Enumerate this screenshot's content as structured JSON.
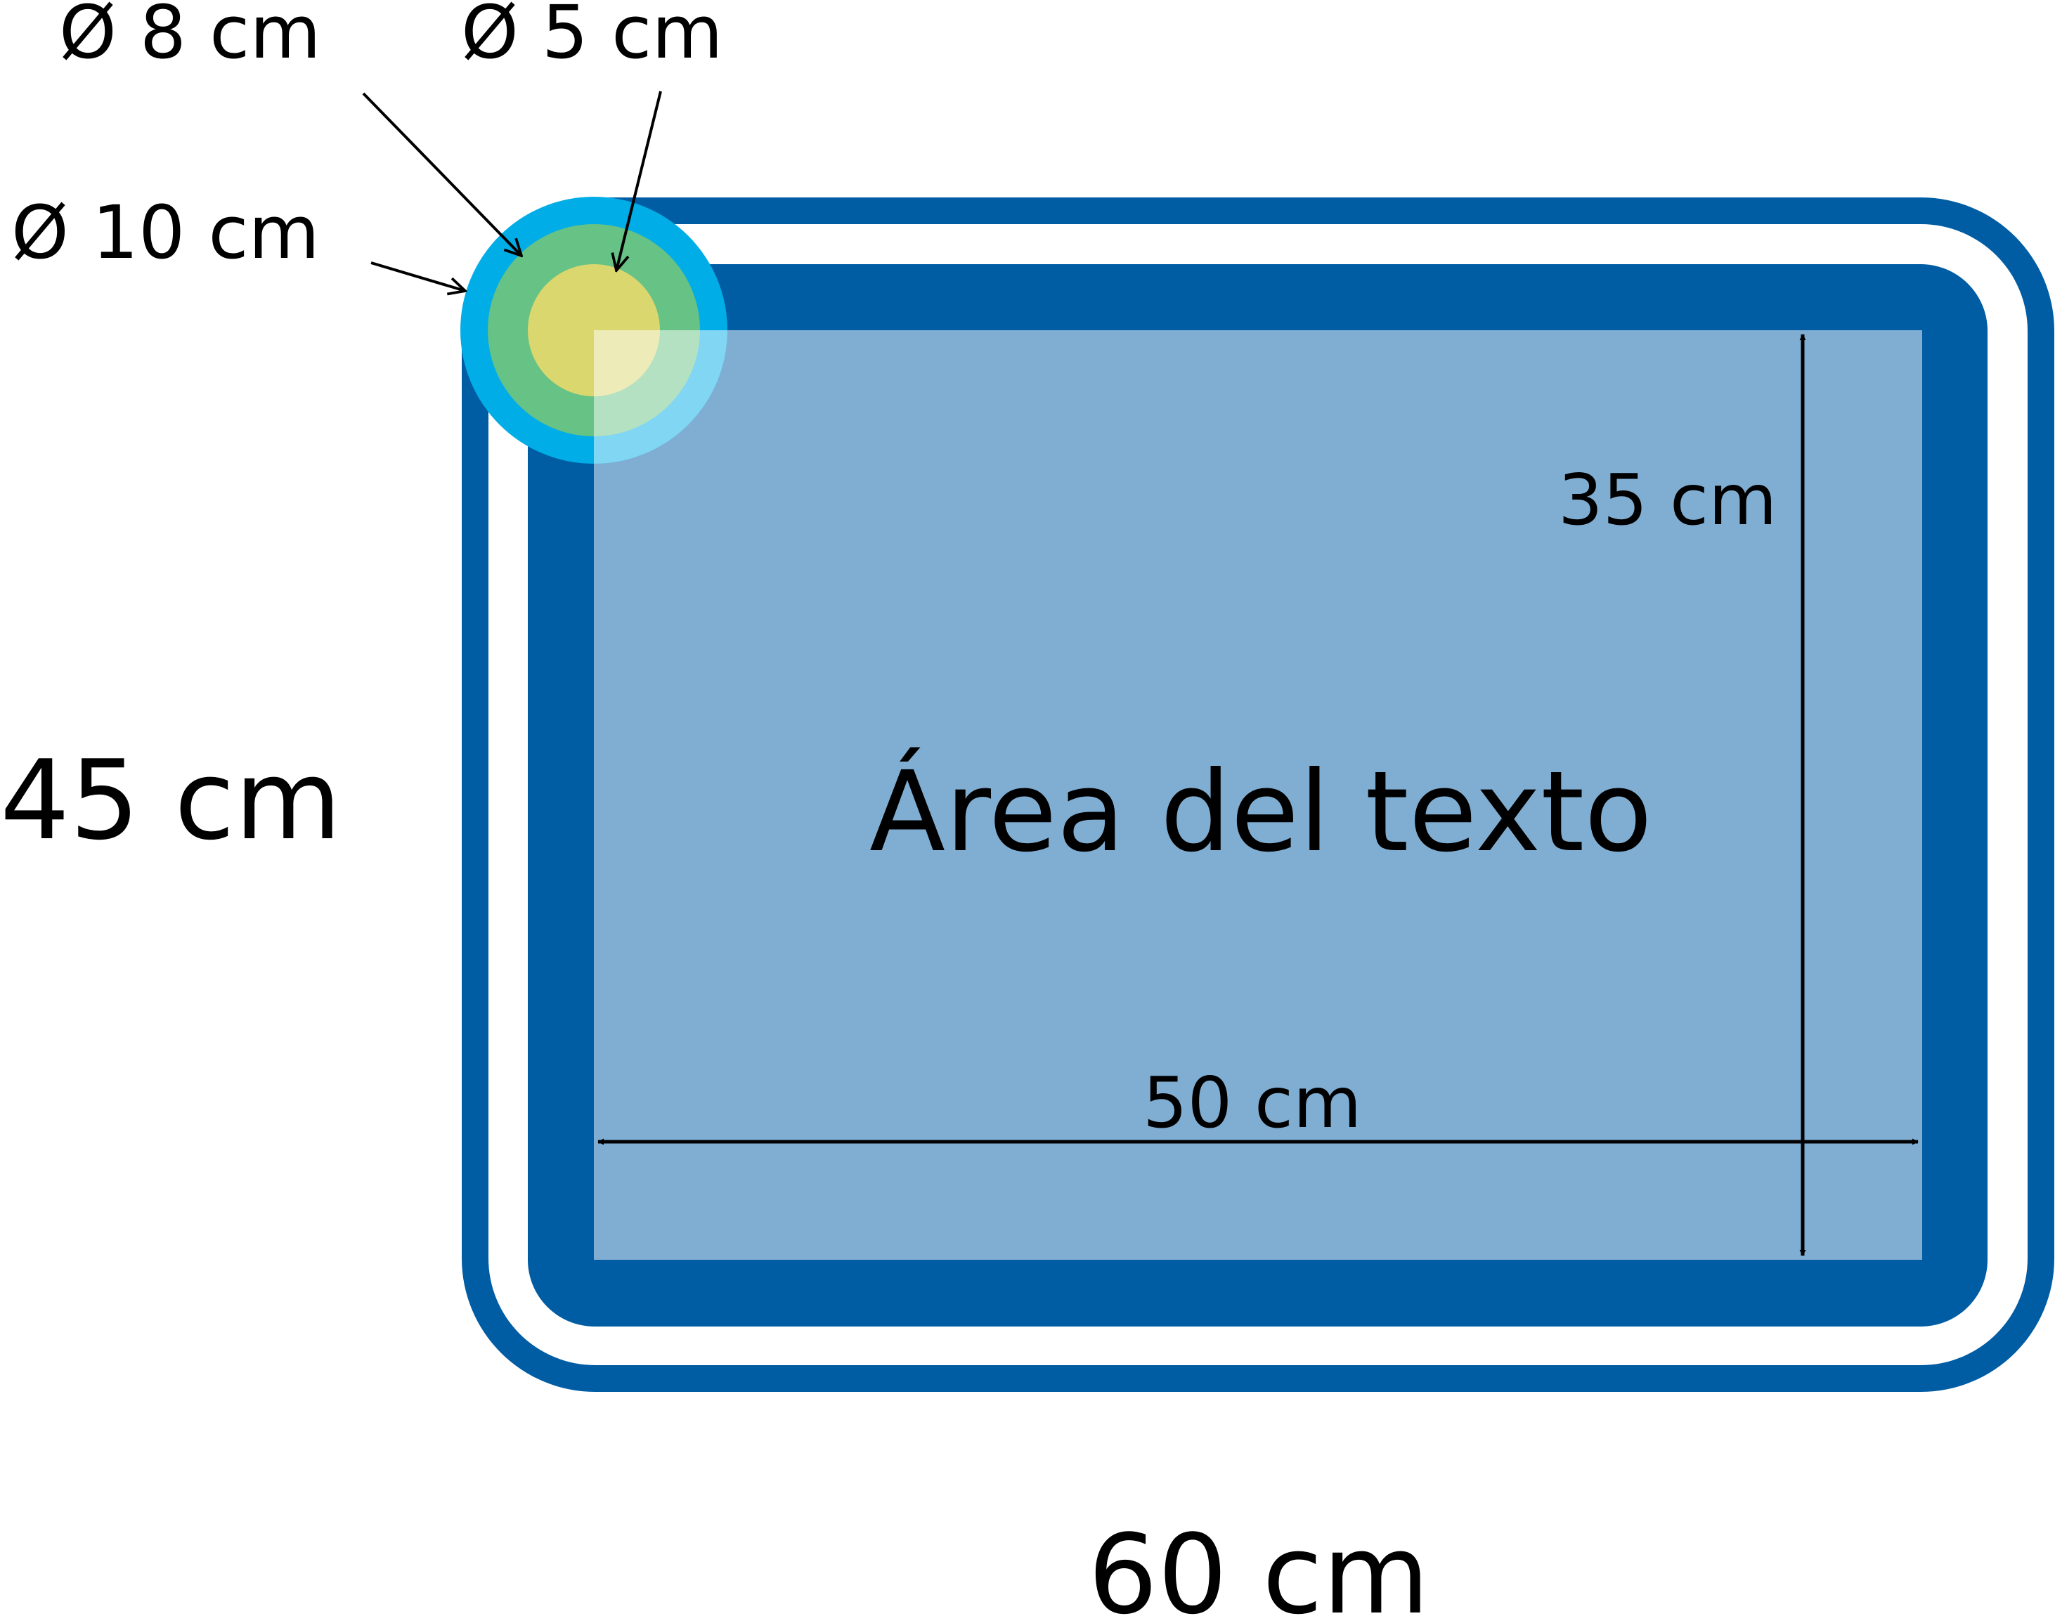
{
  "labels": {
    "diameter_8": "Ø 8 cm",
    "diameter_5": "Ø 5 cm",
    "diameter_10": "Ø 10 cm",
    "height_total": "45 cm",
    "width_total": "60 cm",
    "text_area_height": "35 cm",
    "text_area_width": "50 cm",
    "text_area": "Área del texto"
  },
  "colors": {
    "outer_border": "#005ca3",
    "white_gap": "#ffffff",
    "text_area_fill": "#80aed3",
    "circle_10": "#00ade6",
    "circle_8": "#66c285",
    "circle_5": "#dad76e",
    "lines": "#000000"
  }
}
